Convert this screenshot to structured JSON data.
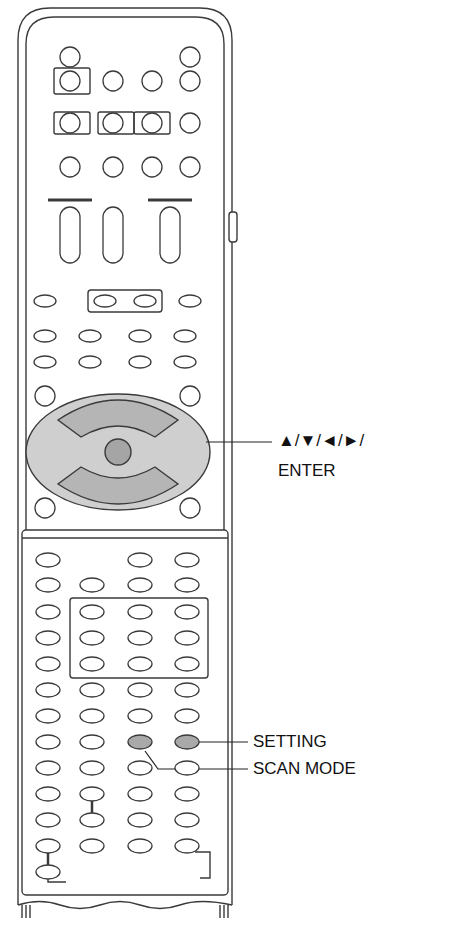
{
  "diagram": {
    "labels": [
      "▲/▼/◄/►/ ENTER",
      "SETTING",
      "SCAN MODE"
    ]
  }
}
